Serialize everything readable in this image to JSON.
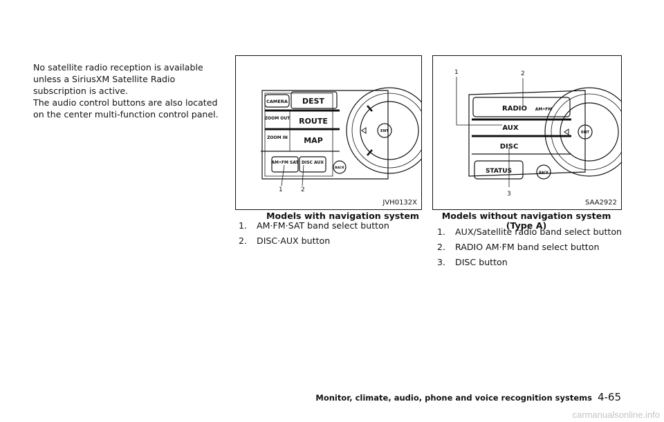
{
  "intro": {
    "paragraphs": [
      "No satellite radio reception is available unless a SiriusXM Satellite Radio subscription is active.",
      "The audio control buttons are also located on the center multi-function control panel."
    ]
  },
  "figure_nav": {
    "code": "JVH0132X",
    "caption": "Models with navigation system",
    "buttons": {
      "camera": "CAMERA",
      "dest": "DEST",
      "zoom_out": "ZOOM OUT",
      "route": "ROUTE",
      "zoom_in": "ZOOM IN",
      "map": "MAP",
      "amfm_sat": "AM•FM SAT",
      "disc_aux": "DISC AUX",
      "back": "BACK",
      "enter": "ENT"
    },
    "callouts": [
      "1",
      "2"
    ],
    "items": [
      {
        "num": "1.",
        "text": "AM·FM·SAT band select button"
      },
      {
        "num": "2.",
        "text": "DISC·AUX button"
      }
    ]
  },
  "figure_nonav": {
    "code": "SAA2922",
    "caption": "Models without navigation system (Type A)",
    "buttons": {
      "radio": "RADIO",
      "amfm": "AM•FM",
      "aux": "AUX",
      "disc": "DISC",
      "status": "STATUS",
      "back": "BACK",
      "enter": "ENT"
    },
    "callouts": [
      "1",
      "2",
      "3"
    ],
    "items": [
      {
        "num": "1.",
        "text": "AUX/Satellite radio band select button"
      },
      {
        "num": "2.",
        "text": "RADIO AM·FM band select button"
      },
      {
        "num": "3.",
        "text": "DISC button"
      }
    ]
  },
  "footer": {
    "section": "Monitor, climate, audio, phone and voice recognition systems",
    "page": "4-65"
  },
  "watermark": "carmanualsonline.info"
}
